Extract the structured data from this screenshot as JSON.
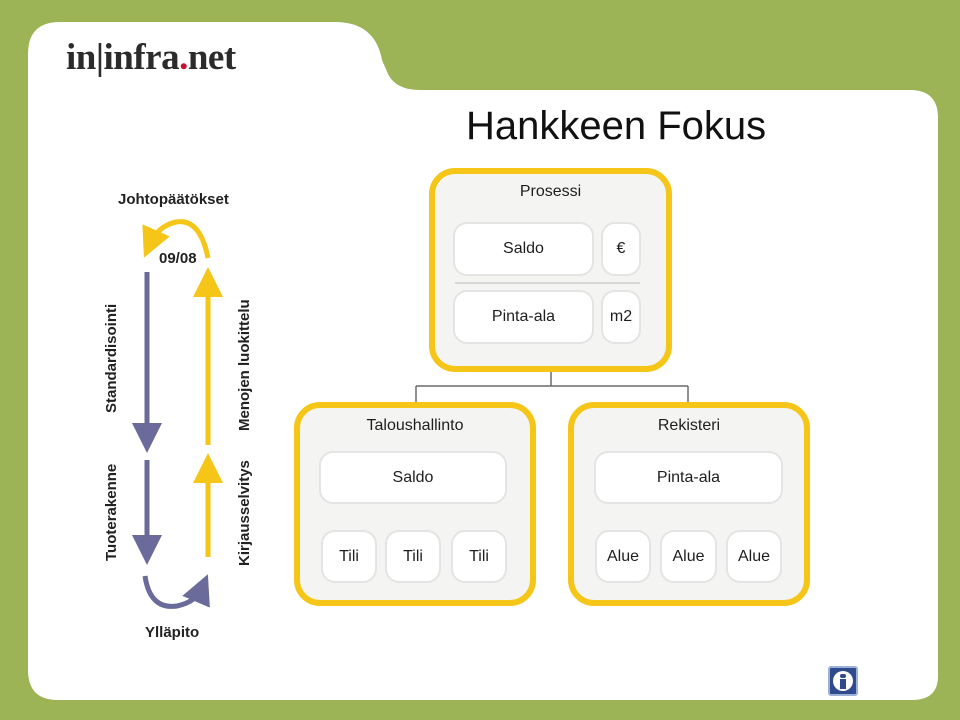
{
  "header": {
    "logo_prefix": "in|infra",
    "logo_dot": ".",
    "logo_suffix": "net",
    "title": "Hankkeen Fokus"
  },
  "cycle": {
    "top_label": "Johtopäätökset",
    "date": "09/08",
    "left_top": "Standardisointi",
    "left_bottom": "Tuoterakenne",
    "right_top": "Menojen luokittelu",
    "right_bottom": "Kirjausselvitys",
    "bottom_label": "Ylläpito",
    "colors": {
      "down": "#6b6b9b",
      "up": "#f5c518"
    }
  },
  "prosessi": {
    "title": "Prosessi",
    "rows": [
      {
        "label": "Saldo",
        "unit": "€"
      },
      {
        "label": "Pinta-ala",
        "unit": "m2"
      }
    ]
  },
  "taloushallinto": {
    "title": "Taloushallinto",
    "main": "Saldo",
    "children": [
      "Tili",
      "Tili",
      "Tili"
    ]
  },
  "rekisteri": {
    "title": "Rekisteri",
    "main": "Pinta-ala",
    "children": [
      "Alue",
      "Alue",
      "Alue"
    ]
  },
  "colors": {
    "background": "#9cb356",
    "panel_border": "#f5c518",
    "panel_fill": "#f4f4f2"
  },
  "icons": {
    "info": "info-icon"
  }
}
